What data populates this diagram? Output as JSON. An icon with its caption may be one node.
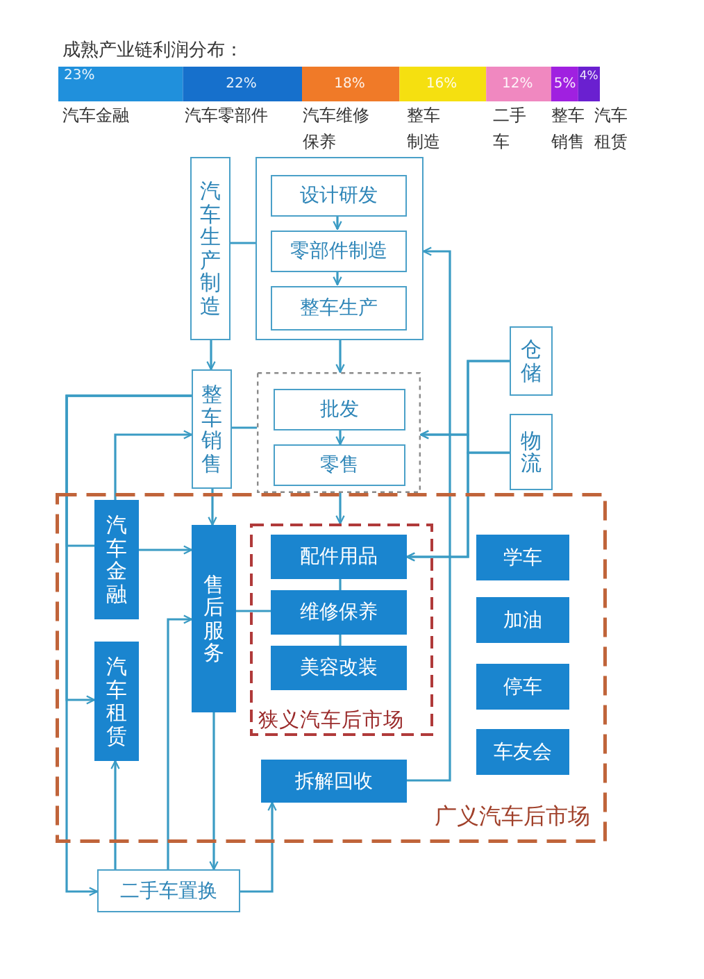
{
  "diagram": {
    "nodes": [
      {
        "text": [
          "汽车生产制造"
        ]
      },
      {
        "text": [],
        "shape": "box"
      },
      {
        "text": [
          "设计研发"
        ],
        "in": 1
      },
      {
        "text": [
          "零部件制造"
        ],
        "in": 1
      },
      {
        "text": [
          "整车生产"
        ],
        "in": 1
      },
      {
        "text": [],
        "shape": "box"
      },
      {
        "text": [
          "批发"
        ],
        "in": 5
      },
      {
        "text": [
          "零售"
        ],
        "in": 5
      },
      {
        "text": [
          "仓储"
        ]
      },
      {
        "text": [
          "物流"
        ]
      },
      {
        "text": [
          "整车销售"
        ]
      },
      {
        "text": [
          "广义汽车后市场"
        ]
      },
      {
        "text": [
          "狭义汽车后市场"
        ],
        "in": 11
      },
      {
        "text": [
          "配件用品"
        ],
        "in": 12
      },
      {
        "text": [
          "维修保养"
        ],
        "in": 12
      },
      {
        "text": [
          "美容改装"
        ],
        "in": 12
      },
      {
        "text": [
          "汽车金融"
        ],
        "in": 11
      },
      {
        "text": [
          "汽车租赁"
        ],
        "in": 11
      },
      {
        "text": [
          "售后服务"
        ],
        "in": 11
      },
      {
        "text": [
          "拆解回收"
        ],
        "in": 11
      },
      {
        "text": [
          "学车"
        ],
        "in": 11
      },
      {
        "text": [
          "加油"
        ],
        "in": 11
      },
      {
        "text": [
          "停车"
        ],
        "in": 11
      },
      {
        "text": [
          "车友会"
        ],
        "in": 11
      },
      {
        "text": [
          "二手车置换"
        ]
      }
    ],
    "edges": [
      {
        "from": 0,
        "to": 1,
        "arrow": "none"
      },
      {
        "from": 0,
        "to": 10,
        "arrow": "to"
      },
      {
        "from": 2,
        "to": 3,
        "arrow": "to"
      },
      {
        "from": 3,
        "to": 4,
        "arrow": "to"
      },
      {
        "from": 1,
        "to": 5,
        "arrow": "to"
      },
      {
        "from": 6,
        "to": 7,
        "arrow": "to"
      },
      {
        "from": 10,
        "to": 5,
        "arrow": "none"
      },
      {
        "from": 8,
        "to": 5,
        "arrow": "to"
      },
      {
        "from": 9,
        "to": 5,
        "arrow": "to"
      },
      {
        "from": 8,
        "to": 13,
        "arrow": "to"
      },
      {
        "from": 9,
        "to": 13,
        "arrow": "to"
      },
      {
        "from": 19,
        "to": 1,
        "arrow": "to"
      },
      {
        "from": 5,
        "to": 12,
        "arrow": "to"
      },
      {
        "from": 10,
        "to": 18,
        "arrow": "to"
      },
      {
        "from": 10,
        "to": 16,
        "arrow": "none"
      },
      {
        "from": 10,
        "to": 17,
        "arrow": "to"
      },
      {
        "from": 10,
        "to": 24,
        "arrow": "to"
      },
      {
        "from": 16,
        "to": 10,
        "arrow": "to"
      },
      {
        "from": 16,
        "to": 18,
        "arrow": "to"
      },
      {
        "from": 24,
        "to": 17,
        "arrow": "to"
      },
      {
        "from": 24,
        "to": 18,
        "arrow": "to"
      },
      {
        "from": 18,
        "to": 24,
        "arrow": "to"
      },
      {
        "from": 24,
        "to": 19,
        "arrow": "to"
      },
      {
        "from": 18,
        "to": 14,
        "arrow": "none"
      },
      {
        "from": 13,
        "to": 14,
        "arrow": "none"
      },
      {
        "from": 14,
        "to": 15,
        "arrow": "none"
      }
    ],
    "chart_data": {
      "type": "bar",
      "title": "成熟产业链利润分布：",
      "stacked": true,
      "orientation": "horizontal",
      "series": [
        {
          "name": "汽车金融",
          "color": "#2090dc",
          "values": [
            23
          ],
          "value_labels": [
            "23%"
          ]
        },
        {
          "name": "汽车零部件",
          "color": "#1670cc",
          "values": [
            22
          ],
          "value_labels": [
            "22%"
          ]
        },
        {
          "name": "汽车维修保养",
          "color": "#f07a28",
          "values": [
            18
          ],
          "value_labels": [
            "18%"
          ]
        },
        {
          "name": "整车制造",
          "color": "#f5e010",
          "values": [
            16
          ],
          "value_labels": [
            "16%"
          ]
        },
        {
          "name": "二手车",
          "color": "#f088c0",
          "values": [
            12
          ],
          "value_labels": [
            "12%"
          ]
        },
        {
          "name": "整车销售",
          "color": "#a020e0",
          "values": [
            5
          ],
          "value_labels": [
            "5%"
          ]
        },
        {
          "name": "汽车租赁",
          "color": "#6a20d0",
          "values": [
            4
          ],
          "value_labels": [
            "4%"
          ]
        }
      ]
    }
  }
}
